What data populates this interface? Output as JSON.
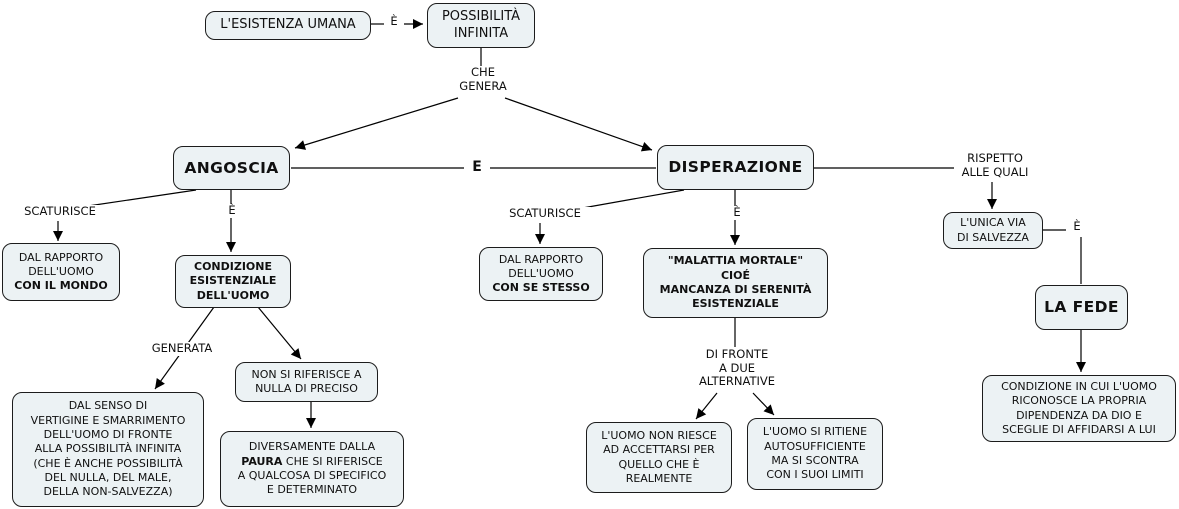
{
  "colors": {
    "background": "#ffffff",
    "node_fill": "#ecf2f4",
    "node_border": "#1c1c1c",
    "line": "#000000",
    "text": "#101010"
  },
  "nodes": {
    "esistenza": {
      "text": "L'ESISTENZA UMANA"
    },
    "possibilita": {
      "text": "POSSIBILITÀ\nINFINITA"
    },
    "angoscia": {
      "text": "ANGOSCIA"
    },
    "disperazione": {
      "text": "DISPERAZIONE"
    },
    "rapporto_mondo": {
      "text": "DAL RAPPORTO\nDELL'UOMO\n",
      "bold_text": "CON IL MONDO"
    },
    "condizione_esistenziale": {
      "text": "CONDIZIONE\nESISTENZIALE\nDELL'UOMO"
    },
    "senso_vertigine": {
      "text": "DAL SENSO DI\nVERTIGINE E SMARRIMENTO\nDELL'UOMO DI FRONTE\nALLA POSSIBILITÀ INFINITA\n(CHE È ANCHE POSSIBILITÀ\nDEL NULLA, DEL MALE,\nDELLA NON-SALVEZZA)"
    },
    "non_si_riferisce": {
      "text": "NON SI RIFERISCE A\nNULLA DI PRECISO"
    },
    "diversamente": {
      "text_before": "DIVERSAMENTE DALLA\n",
      "bold_text": "PAURA",
      "text_after": " CHE SI RIFERISCE\nA QUALCOSA DI SPECIFICO\nE DETERMINATO"
    },
    "rapporto_se_stesso": {
      "text": "DAL RAPPORTO\nDELL'UOMO\n",
      "bold_text": "CON SE STESSO"
    },
    "malattia_mortale": {
      "text": "\"MALATTIA MORTALE\"\nCIOÉ\nMANCANZA DI SERENITÀ\nESISTENZIALE"
    },
    "uomo_non_riesce": {
      "text": "L'UOMO NON RIESCE\nAD ACCETTARSI PER\nQUELLO CHE È\nREALMENTE"
    },
    "uomo_si_ritiene": {
      "text": "L'UOMO SI RITIENE\nAUTOSUFFICIENTE\nMA SI SCONTRA\nCON I SUOI LIMITI"
    },
    "unica_via": {
      "text": "L'UNICA VIA\nDI SALVEZZA"
    },
    "la_fede": {
      "text": "LA FEDE"
    },
    "condizione_dio": {
      "text": "CONDIZIONE IN CUI L'UOMO\nRICONOSCE LA PROPRIA\nDIPENDENZA DA DIO E\nSCEGLIE DI AFFIDARSI A LUI"
    }
  },
  "edge_labels": {
    "e_top": "È",
    "che_genera": "CHE\nGENERA",
    "e_mid": "E",
    "scaturisce_left": "SCATURISCE",
    "e_angoscia": "È",
    "generata": "GENERATA",
    "scaturisce_right": "SCATURISCE",
    "e_disperazione": "È",
    "di_fronte": "DI FRONTE\nA DUE\nALTERNATIVE",
    "rispetto": "RISPETTO\nALLE QUALI",
    "e_fede": "È"
  }
}
